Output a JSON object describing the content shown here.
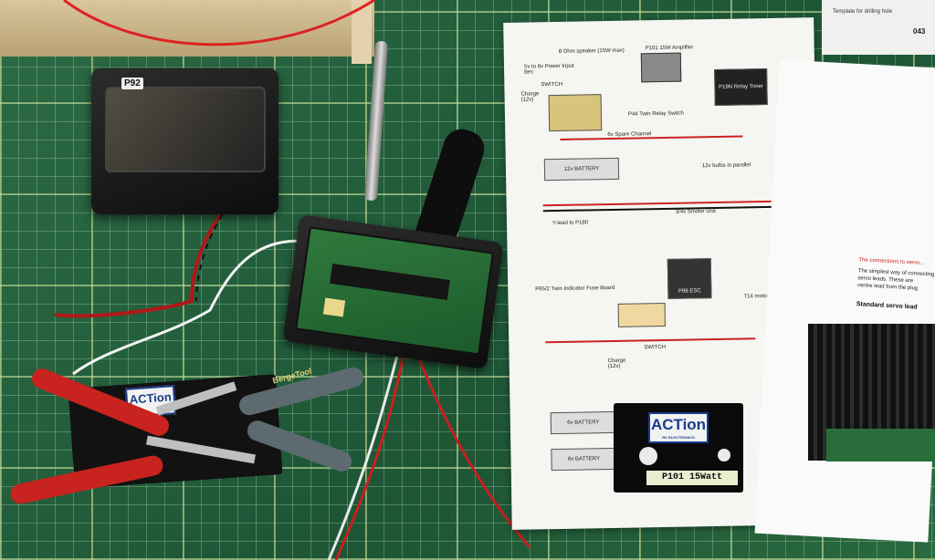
{
  "scene": {
    "box_label": "P92",
    "left_box_logo": "ACTion",
    "pliers_brand": "BergeTool",
    "panel_logo": "ACTion",
    "panel_logo_sub": "RC ELECTRONICS",
    "panel_label": "P101 15Watt"
  },
  "schematic": {
    "labels": [
      "8 Ohm speaker (15W max)",
      "P101 15W Amplifier",
      "5v to 6v Power Input Bec",
      "SWITCH",
      "Charge (12v)",
      "P44 Twin Relay Switch",
      "6x Spare Channel",
      "12v BATTERY",
      "12v bulbs in parallel",
      "P19N Relay Timer",
      "Y-lead to P180",
      "3/4x Smoke Unit",
      "P65/2 Twin Indicator Fuse Board",
      "P98 ESC",
      "T14 motor",
      "SWITCH",
      "Charge (12v)",
      "6v BATTERY",
      "6v BATTERY"
    ]
  },
  "side_paper": {
    "lines": [
      "The connections to servo...",
      "The simplest way of connecting",
      "servo leads. These are",
      "centre lead from the plug",
      "Standard servo lead"
    ],
    "top_note": "Template for drilling hole",
    "corner_code": "043"
  },
  "colors": {
    "mat": "#1f5a3b",
    "paper": "#f5f5f2",
    "logo_blue": "#1a3c8a",
    "plier_red": "#c8231f"
  }
}
